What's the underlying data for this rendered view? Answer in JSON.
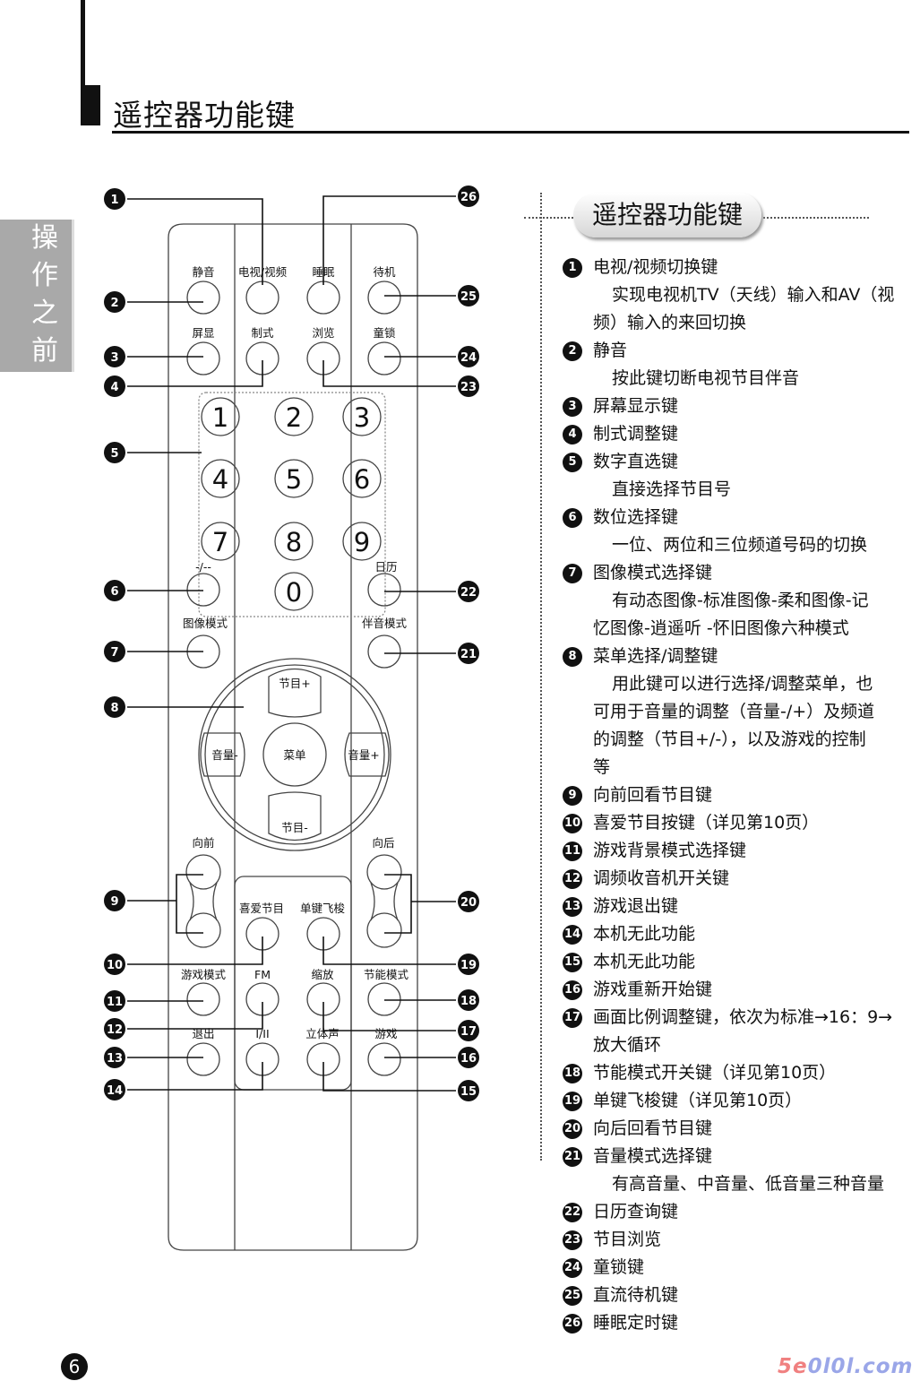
{
  "header": {
    "title": "遥控器功能键"
  },
  "side_tab": [
    "操",
    "作",
    "之",
    "前"
  ],
  "section_title": "遥控器功能键",
  "remote": {
    "labels": {
      "mute": "静音",
      "tv_av": "电视/视频",
      "sleep": "睡眠",
      "standby": "待机",
      "display": "屏显",
      "system": "制式",
      "browse": "浏览",
      "child_lock": "童锁",
      "digit": "-/--",
      "calendar": "日历",
      "picture_mode": "图像模式",
      "sound_mode": "伴音模式",
      "prog_up": "节目+",
      "prog_down": "节目-",
      "vol_down": "音量-",
      "vol_up": "音量+",
      "menu": "菜单",
      "forward": "向前",
      "back": "向后",
      "favorite": "喜爱节目",
      "jog": "单键飞梭",
      "game_mode": "游戏模式",
      "fm": "FM",
      "zoom": "缩放",
      "eco_mode": "节能模式",
      "exit": "退出",
      "dual": "I/II",
      "stereo": "立体声",
      "game": "游戏"
    },
    "digits": [
      "1",
      "2",
      "3",
      "4",
      "5",
      "6",
      "7",
      "8",
      "9",
      "0"
    ],
    "callouts": [
      "1",
      "2",
      "3",
      "4",
      "5",
      "6",
      "7",
      "8",
      "9",
      "10",
      "11",
      "12",
      "13",
      "14",
      "15",
      "16",
      "17",
      "18",
      "19",
      "20",
      "21",
      "22",
      "23",
      "24",
      "25",
      "26"
    ]
  },
  "items": [
    {
      "n": "1",
      "title": "电视/视频切换键",
      "desc": [
        "实现电视机TV（天线）输入和AV（视",
        "频）输入的来回切换"
      ]
    },
    {
      "n": "2",
      "title": "静音",
      "desc": [
        "按此键切断电视节目伴音"
      ]
    },
    {
      "n": "3",
      "title": "屏幕显示键",
      "desc": []
    },
    {
      "n": "4",
      "title": "制式调整键",
      "desc": []
    },
    {
      "n": "5",
      "title": "数字直选键",
      "desc": [
        "直接选择节目号"
      ]
    },
    {
      "n": "6",
      "title": "数位选择键",
      "desc": [
        "一位、两位和三位频道号码的切换"
      ]
    },
    {
      "n": "7",
      "title": "图像模式选择键",
      "desc": [
        "有动态图像-标准图像-柔和图像-记",
        "忆图像-逍遥听 -怀旧图像六种模式"
      ]
    },
    {
      "n": "8",
      "title": "菜单选择/调整键",
      "desc": [
        "用此键可以进行选择/调整菜单，也",
        "可用于音量的调整（音量-/+）及频道",
        "的调整（节目+/-），以及游戏的控制",
        "等"
      ]
    },
    {
      "n": "9",
      "title": "向前回看节目键",
      "desc": []
    },
    {
      "n": "10",
      "title": "喜爱节目按键（详见第10页）",
      "desc": []
    },
    {
      "n": "11",
      "title": "游戏背景模式选择键",
      "desc": []
    },
    {
      "n": "12",
      "title": "调频收音机开关键",
      "desc": []
    },
    {
      "n": "13",
      "title": "游戏退出键",
      "desc": []
    },
    {
      "n": "14",
      "title": "本机无此功能",
      "desc": []
    },
    {
      "n": "15",
      "title": "本机无此功能",
      "desc": []
    },
    {
      "n": "16",
      "title": "游戏重新开始键",
      "desc": []
    },
    {
      "n": "17",
      "title": "画面比例调整键，依次为标准→16：9→",
      "desc": [
        "",
        "放大循环"
      ]
    },
    {
      "n": "18",
      "title": "节能模式开关键（详见第10页）",
      "desc": []
    },
    {
      "n": "19",
      "title": "单键飞梭键（详见第10页）",
      "desc": []
    },
    {
      "n": "20",
      "title": "向后回看节目键",
      "desc": []
    },
    {
      "n": "21",
      "title": "音量模式选择键",
      "desc": [
        "有高音量、中音量、低音量三种音量"
      ]
    },
    {
      "n": "22",
      "title": "日历查询键",
      "desc": []
    },
    {
      "n": "23",
      "title": "节目浏览",
      "desc": []
    },
    {
      "n": "24",
      "title": "童锁键",
      "desc": []
    },
    {
      "n": "25",
      "title": "直流待机键",
      "desc": []
    },
    {
      "n": "26",
      "title": "睡眠定时键",
      "desc": []
    }
  ],
  "page_number": "6",
  "watermark": {
    "a": "5e",
    "b": "0l0l.com"
  }
}
